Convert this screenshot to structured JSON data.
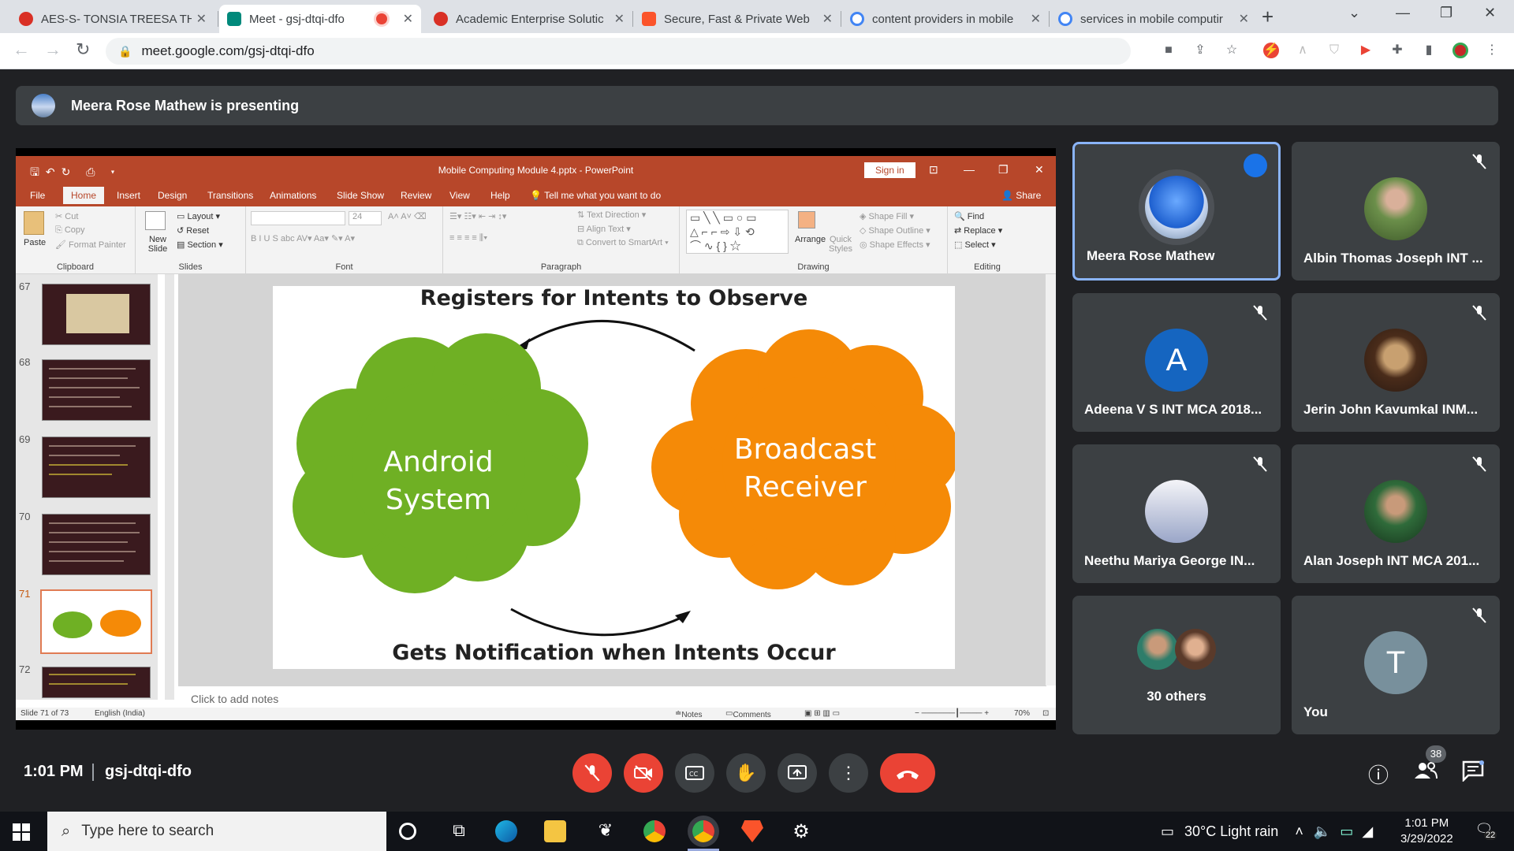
{
  "browser": {
    "tabs": [
      {
        "title": "AES-S- TONSIA TREESA THO",
        "favicon_color": "#d93025",
        "x": 20,
        "w": 250
      },
      {
        "title": "Meet - gsj-dtqi-dfo",
        "favicon_color": "#00897b",
        "active": true
      },
      {
        "title": "Academic Enterprise Solutic",
        "favicon_color": "#d93025"
      },
      {
        "title": "Secure, Fast & Private Web",
        "favicon_color": "#fb542b"
      },
      {
        "title": "content providers in mobile",
        "favicon_color": "#4285f4"
      },
      {
        "title": "services in mobile computir",
        "favicon_color": "#4285f4"
      }
    ],
    "url": "meet.google.com/gsj-dtqi-dfo",
    "new_tab_label": "+"
  },
  "meet": {
    "presenting_text": "Meera Rose Mathew is presenting",
    "time": "1:01 PM",
    "meeting_code": "gsj-dtqi-dfo",
    "people_count": "38",
    "participants": [
      {
        "name": "Meera Rose Mathew",
        "speaking": true
      },
      {
        "name": "Albin Thomas Joseph INT ...",
        "muted": true
      },
      {
        "name": "Adeena V S INT MCA 2018...",
        "letter": "A",
        "muted": true
      },
      {
        "name": "Jerin John Kavumkal INM...",
        "muted": true
      },
      {
        "name": "Neethu Mariya George IN...",
        "muted": true
      },
      {
        "name": "Alan Joseph INT MCA 201...",
        "muted": true
      },
      {
        "name": "30 others"
      },
      {
        "name": "You",
        "letter": "T",
        "muted": true
      }
    ]
  },
  "powerpoint": {
    "window_title": "Mobile Computing Module 4.pptx  -  PowerPoint",
    "sign_in": "Sign in",
    "ribbon_tabs": [
      "File",
      "Home",
      "Insert",
      "Design",
      "Transitions",
      "Animations",
      "Slide Show",
      "Review",
      "View",
      "Help"
    ],
    "tell_me": "Tell me what you want to do",
    "share": "Share",
    "clipboard": {
      "paste": "Paste",
      "cut": "Cut",
      "copy": "Copy",
      "format_painter": "Format Painter",
      "label": "Clipboard"
    },
    "slides_group": {
      "new_slide": "New Slide",
      "layout": "Layout",
      "reset": "Reset",
      "section": "Section",
      "label": "Slides"
    },
    "font_group": {
      "size": "24",
      "label": "Font"
    },
    "paragraph_group": {
      "text_direction": "Text Direction",
      "align_text": "Align Text",
      "convert": "Convert to SmartArt",
      "label": "Paragraph"
    },
    "drawing_group": {
      "arrange": "Arrange",
      "quick_styles": "Quick Styles",
      "shape_fill": "Shape Fill",
      "shape_outline": "Shape Outline",
      "shape_effects": "Shape Effects",
      "label": "Drawing"
    },
    "editing_group": {
      "find": "Find",
      "replace": "Replace",
      "select": "Select",
      "label": "Editing"
    },
    "thumbnails": [
      "67",
      "68",
      "69",
      "70",
      "71",
      "72"
    ],
    "slide": {
      "top_text": "Registers for Intents to Observe",
      "left_cloud": "Android System",
      "right_cloud": "Broadcast Receiver",
      "bottom_text": "Gets Notification when Intents Occur",
      "left_color": "#6fb024",
      "right_color": "#f58a07"
    },
    "notes_placeholder": "Click to add notes",
    "status": {
      "slide_of": "Slide 71 of 73",
      "language": "English (India)",
      "notes": "Notes",
      "comments": "Comments",
      "zoom": "70%"
    }
  },
  "taskbar": {
    "search_placeholder": "Type here to search",
    "weather": "30°C  Light rain",
    "time": "1:01 PM",
    "date": "3/29/2022",
    "notif_count": "22"
  }
}
